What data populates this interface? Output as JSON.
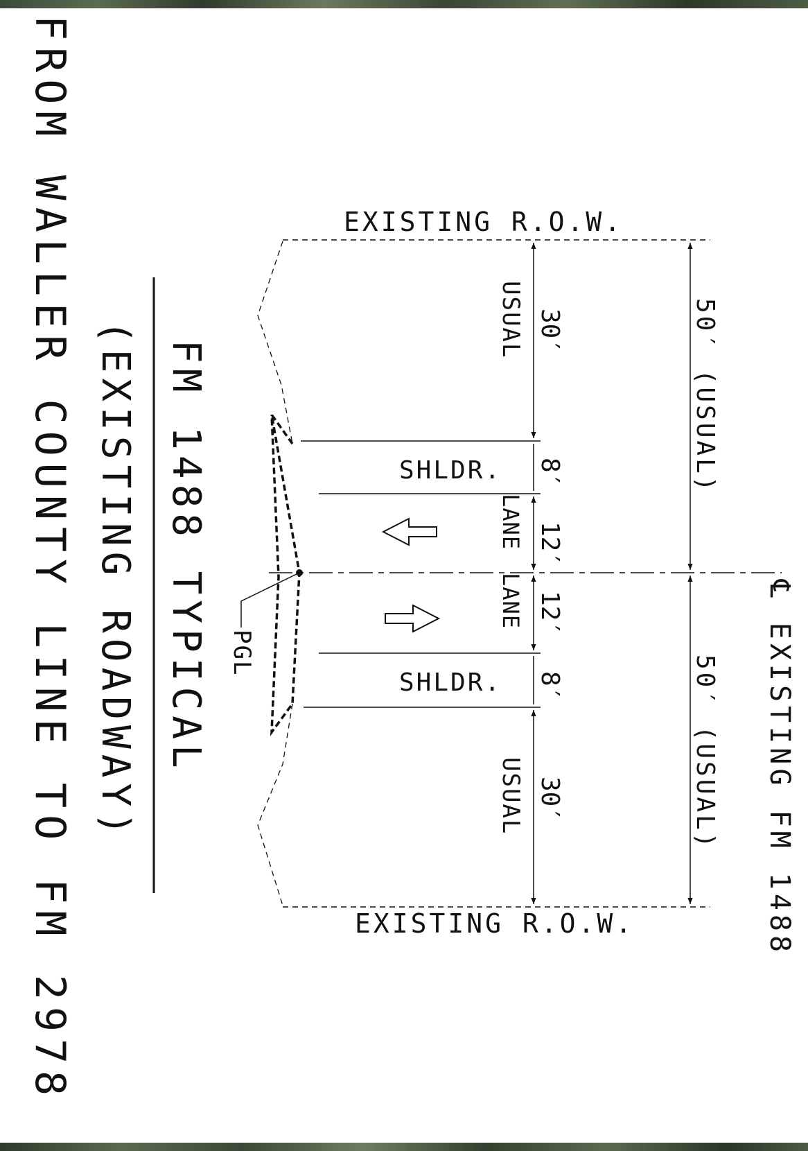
{
  "title_block": {
    "line1": "FM 1488 TYPICAL",
    "line2": "(EXISTING ROADWAY)",
    "line3": "FROM WALLER COUNTY LINE TO FM 2978"
  },
  "row_labels": {
    "top": "EXISTING R.O.W.",
    "bottom": "EXISTING R.O.W."
  },
  "centerline_label": "℄ EXISTING FM 1488",
  "dimensions": {
    "overall_top": "50′ (USUAL)",
    "overall_bottom": "50′ (USUAL)",
    "border_top_value": "30′",
    "border_top_note": "USUAL",
    "border_bottom_value": "30′",
    "border_bottom_note": "USUAL",
    "shoulder_top": "8′",
    "shoulder_bottom": "8′",
    "lane_top": "12′",
    "lane_bottom": "12′"
  },
  "zone_labels": {
    "shoulder_top": "SHLDR.",
    "shoulder_bottom": "SHLDR.",
    "lane_top": "LANE",
    "lane_bottom": "LANE"
  },
  "pgl_label": "PGL"
}
